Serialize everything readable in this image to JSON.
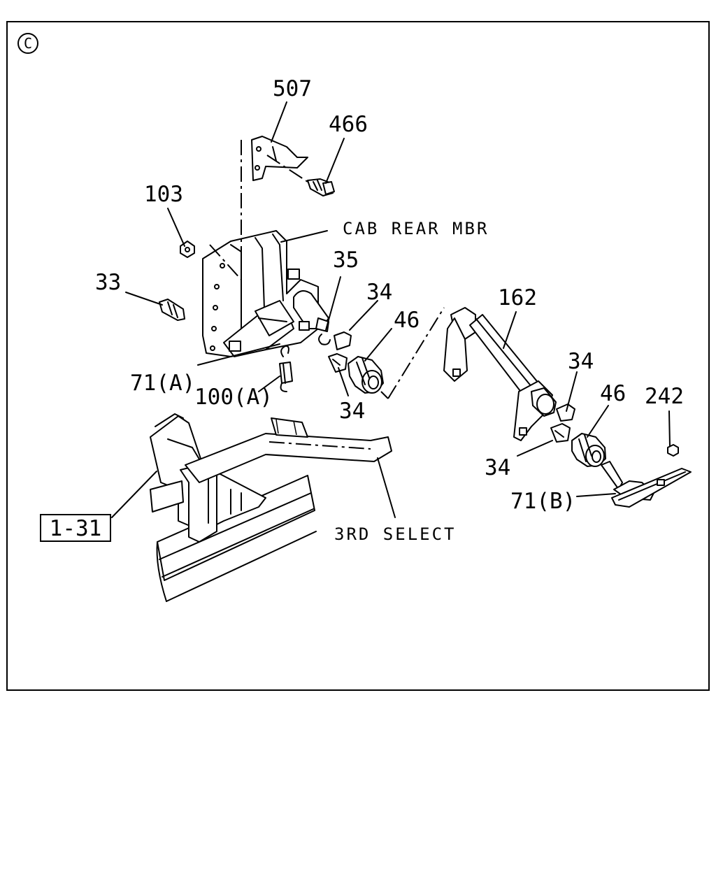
{
  "diagram": {
    "section_marker": "C",
    "labels": {
      "p507": "507",
      "p466": "466",
      "p103": "103",
      "cab_rear_mbr": "CAB REAR MBR",
      "p35": "35",
      "p33": "33",
      "p34_a": "34",
      "p46_a": "46",
      "p162": "162",
      "p71a": "71(A)",
      "p100a": "100(A)",
      "p34_b": "34",
      "p34_c": "34",
      "p46_b": "46",
      "p242": "242",
      "p34_d": "34",
      "p71b": "71(B)",
      "ref_1_31": "1-31",
      "third_select": "3RD SELECT"
    }
  }
}
